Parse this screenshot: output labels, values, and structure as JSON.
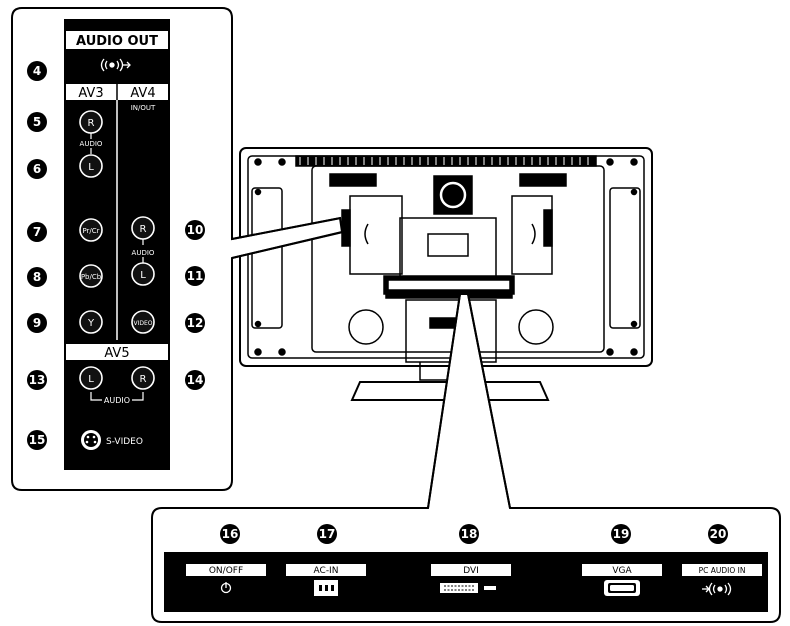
{
  "left_panel": {
    "audio_out": "AUDIO OUT",
    "av3": "AV3",
    "av4": "AV4",
    "in_out": "IN/OUT",
    "audio_label_a": "AUDIO",
    "audio_label_b": "AUDIO",
    "audio_label_c": "AUDIO",
    "av5": "AV5",
    "svideo": "S-VIDEO",
    "jacks": {
      "r1": "R",
      "l1": "L",
      "prcr": "Pr/Cr",
      "pbcb": "Pb/Cb",
      "y": "Y",
      "r2": "R",
      "l2": "L",
      "video": "VIDEO",
      "l3": "L",
      "r3": "R"
    },
    "numbers": [
      "4",
      "5",
      "6",
      "7",
      "8",
      "9",
      "10",
      "11",
      "12",
      "13",
      "14",
      "15"
    ]
  },
  "bottom_panel": {
    "on_off": "ON/OFF",
    "ac_in": "AC-IN",
    "dvi": "DVI",
    "vga": "VGA",
    "pc_audio_in": "PC AUDIO IN",
    "numbers": [
      "16",
      "17",
      "18",
      "19",
      "20"
    ]
  }
}
